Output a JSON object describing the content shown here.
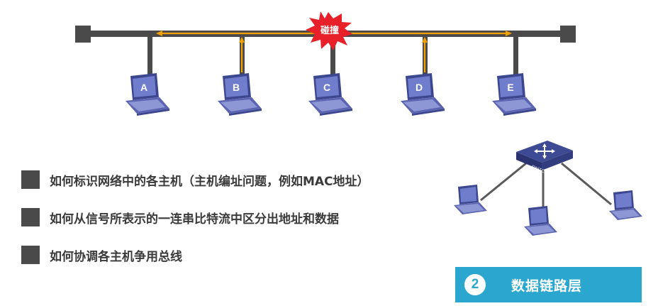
{
  "collision_label": "碰撞",
  "hosts": [
    "A",
    "B",
    "C",
    "D",
    "E"
  ],
  "switch_label": "SWITCH",
  "bullets": [
    "如何标识网络中的各主机（主机编址问题，例如MAC地址）",
    "如何从信号所表示的一连串比特流中区分出地址和数据",
    "如何协调各主机争用总线"
  ],
  "layer": {
    "number": "2",
    "title": "数据链路层"
  },
  "colors": {
    "bus": "#4a4a4a",
    "signal": "#f0a000",
    "collision": "#e8202a",
    "laptop": "#5a64b0",
    "banner": "#2aa6cf"
  }
}
